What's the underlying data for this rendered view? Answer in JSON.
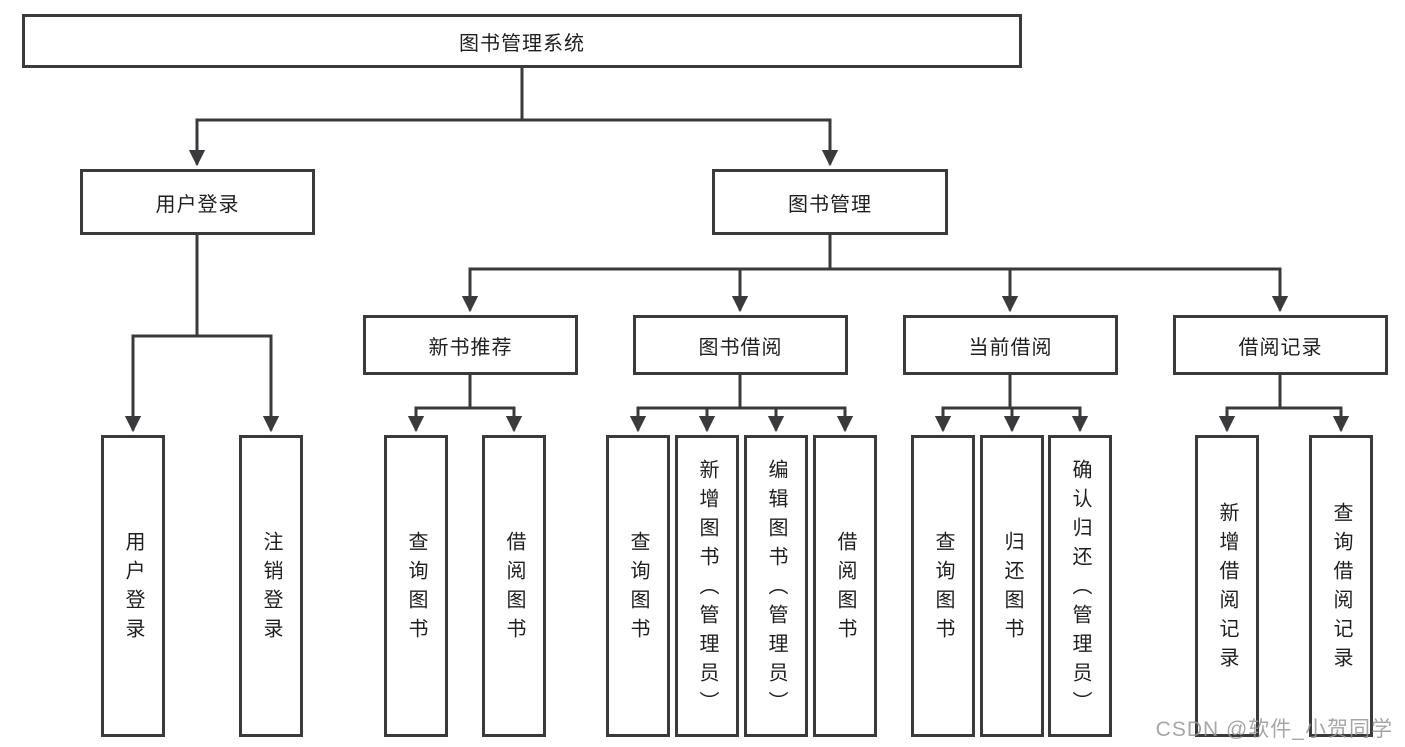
{
  "diagram": {
    "colors": {
      "line": "#3a3a3c",
      "box_border": "#3a3a3c",
      "text": "#1f1f21",
      "background": "#ffffff",
      "watermark": "#969696"
    },
    "watermark": "CSDN @软件_小贺同学",
    "tree": {
      "label": "图书管理系统",
      "children": [
        {
          "label": "用户登录",
          "children": [
            {
              "label": "用户登录"
            },
            {
              "label": "注销登录"
            }
          ]
        },
        {
          "label": "图书管理",
          "children": [
            {
              "label": "新书推荐",
              "children": [
                {
                  "label": "查询图书"
                },
                {
                  "label": "借阅图书"
                }
              ]
            },
            {
              "label": "图书借阅",
              "children": [
                {
                  "label": "查询图书"
                },
                {
                  "label": "新增图书（管理员）"
                },
                {
                  "label": "编辑图书（管理员）"
                },
                {
                  "label": "借阅图书"
                }
              ]
            },
            {
              "label": "当前借阅",
              "children": [
                {
                  "label": "查询图书"
                },
                {
                  "label": "归还图书"
                },
                {
                  "label": "确认归还（管理员）"
                }
              ]
            },
            {
              "label": "借阅记录",
              "children": [
                {
                  "label": "新增借阅记录"
                },
                {
                  "label": "查询借阅记录"
                }
              ]
            }
          ]
        }
      ]
    }
  }
}
